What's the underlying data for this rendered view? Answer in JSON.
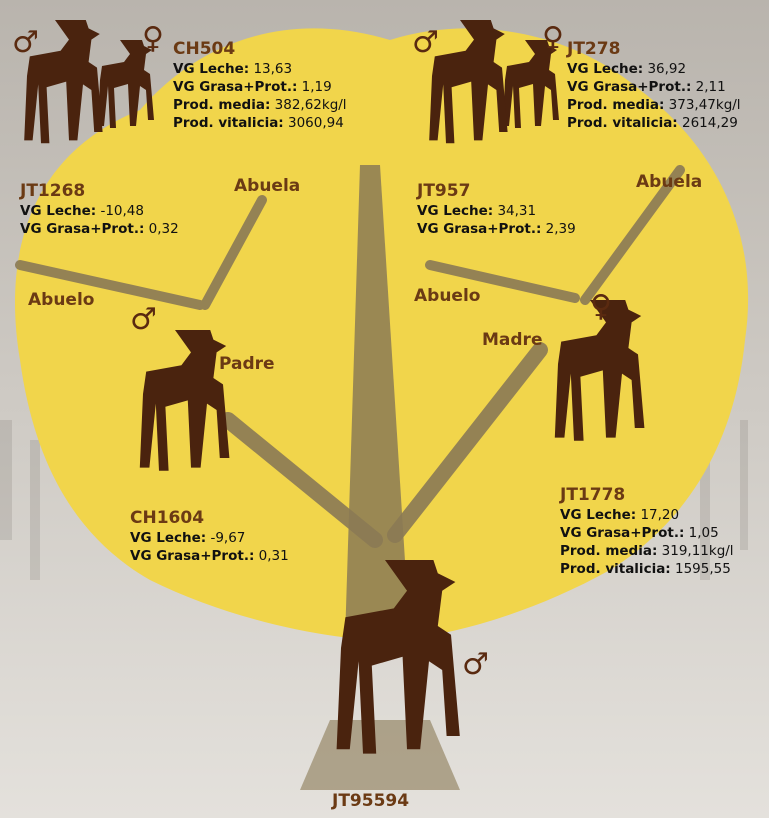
{
  "colors": {
    "tree": "#f1d54b",
    "trunk": "#8b7a55",
    "goat": "#4a230e",
    "accent": "#6b3a14"
  },
  "symbols": {
    "male": "♂",
    "female": "♀"
  },
  "roles": {
    "abuela": "Abuela",
    "abuelo": "Abuelo",
    "padre": "Padre",
    "madre": "Madre"
  },
  "nodes": {
    "ch504": {
      "id": "CH504",
      "l1k": "VG Leche:",
      "l1v": " 13,63",
      "l2k": "VG Grasa+Prot.:",
      "l2v": " 1,19",
      "l3k": "Prod. media:",
      "l3v": " 382,62kg/l",
      "l4k": "Prod. vitalicia:",
      "l4v": " 3060,94"
    },
    "jt278": {
      "id": "JT278",
      "l1k": "VG Leche:",
      "l1v": " 36,92",
      "l2k": "VG Grasa+Prot.:",
      "l2v": " 2,11",
      "l3k": "Prod. media:",
      "l3v": " 373,47kg/l",
      "l4k": "Prod. vitalicia:",
      "l4v": " 2614,29"
    },
    "jt1268": {
      "id": "JT1268",
      "l1k": "VG Leche:",
      "l1v": " -10,48",
      "l2k": "VG Grasa+Prot.:",
      "l2v": " 0,32"
    },
    "jt957": {
      "id": "JT957",
      "l1k": "VG Leche:",
      "l1v": " 34,31",
      "l2k": "VG Grasa+Prot.:",
      "l2v": " 2,39"
    },
    "ch1604": {
      "id": "CH1604",
      "l1k": "VG Leche:",
      "l1v": " -9,67",
      "l2k": "VG Grasa+Prot.:",
      "l2v": " 0,31"
    },
    "jt1778": {
      "id": "JT1778",
      "l1k": "VG Leche:",
      "l1v": " 17,20",
      "l2k": "VG Grasa+Prot.:",
      "l2v": " 1,05",
      "l3k": "Prod. media:",
      "l3v": " 319,11kg/l",
      "l4k": "Prod. vitalicia:",
      "l4v": " 1595,55"
    },
    "jt95594": {
      "id": "JT95594"
    }
  }
}
